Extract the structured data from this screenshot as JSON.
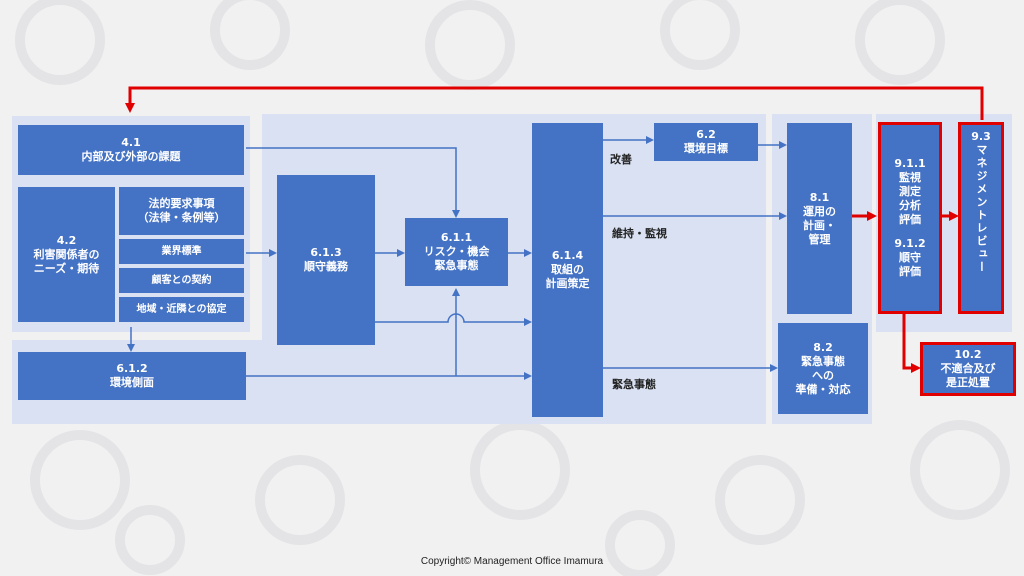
{
  "boxes": {
    "b41": {
      "num": "4.1",
      "text": "内部及び外部の課題"
    },
    "b42": {
      "num": "4.2",
      "text": "利害関係者の\nニーズ・期待"
    },
    "law": {
      "text": "法的要求事項\n（法律・条例等）"
    },
    "industry": {
      "text": "業界標準"
    },
    "contract": {
      "text": "顧客との契約"
    },
    "local": {
      "text": "地域・近隣との協定"
    },
    "b612": {
      "num": "6.1.2",
      "text": "環境側面"
    },
    "b613": {
      "num": "6.1.3",
      "text": "順守義務"
    },
    "b611": {
      "num": "6.1.1",
      "text": "リスク・機会\n緊急事態"
    },
    "b614": {
      "num": "6.1.4",
      "text": "取組の\n計画策定"
    },
    "b62": {
      "num": "6.2",
      "text": "環境目標"
    },
    "b81": {
      "num": "8.1",
      "text": "運用の\n計画・\n管理"
    },
    "b82": {
      "num": "8.2",
      "text": "緊急事態\nへの\n準備・対応"
    },
    "b911": {
      "num": "9.1.1",
      "text": "監視\n測定\n分析\n評価"
    },
    "b912": {
      "num": "9.1.2",
      "text": "順守\n評価"
    },
    "b93": {
      "num": "9.3",
      "text": "マネジメントレビュー"
    },
    "b102": {
      "num": "10.2",
      "text": "不適合及び\n是正処置"
    }
  },
  "labels": {
    "improve": "改善",
    "maintain": "維持・監視",
    "emergency": "緊急事態"
  },
  "footer": {
    "copyright": "Copyright© Management Office Imamura"
  },
  "colors": {
    "box": "#4472c4",
    "panel": "#d9e1f2",
    "red": "#e00000",
    "line": "#4472c4"
  }
}
